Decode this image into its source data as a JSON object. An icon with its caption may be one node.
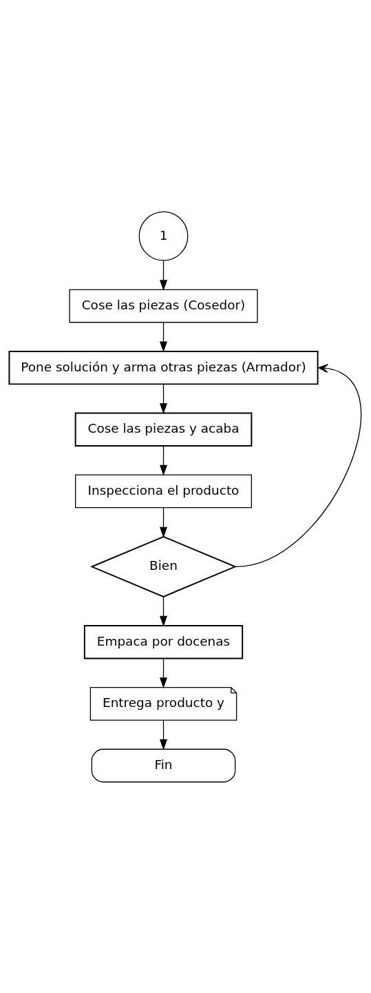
{
  "diagram": {
    "nodes": [
      {
        "text": [
          "1"
        ]
      },
      {
        "text": [
          "Cose las piezas (Cosedor)"
        ]
      },
      {
        "text": [
          "Pone solución y arma otras piezas (Armador)"
        ]
      },
      {
        "text": [
          "Cose las piezas y acaba"
        ]
      },
      {
        "text": [
          "Inspecciona el producto"
        ]
      },
      {
        "text": [
          "Bien"
        ]
      },
      {
        "text": [
          "Empaca por docenas"
        ]
      },
      {
        "text": [
          "Entrega producto y"
        ]
      },
      {
        "text": [
          "Fin"
        ]
      }
    ],
    "edges": [
      {
        "from": 0,
        "to": 1,
        "arrow": "to"
      },
      {
        "from": 1,
        "to": 2,
        "arrow": "to"
      },
      {
        "from": 2,
        "to": 3,
        "arrow": "to"
      },
      {
        "from": 3,
        "to": 4,
        "arrow": "to"
      },
      {
        "from": 4,
        "to": 5,
        "arrow": "to"
      },
      {
        "from": 5,
        "to": 6,
        "arrow": "to"
      },
      {
        "from": 6,
        "to": 7,
        "arrow": "to"
      },
      {
        "from": 7,
        "to": 8,
        "arrow": "to"
      },
      {
        "from": 5,
        "to": 2,
        "arrow": "to"
      }
    ]
  }
}
